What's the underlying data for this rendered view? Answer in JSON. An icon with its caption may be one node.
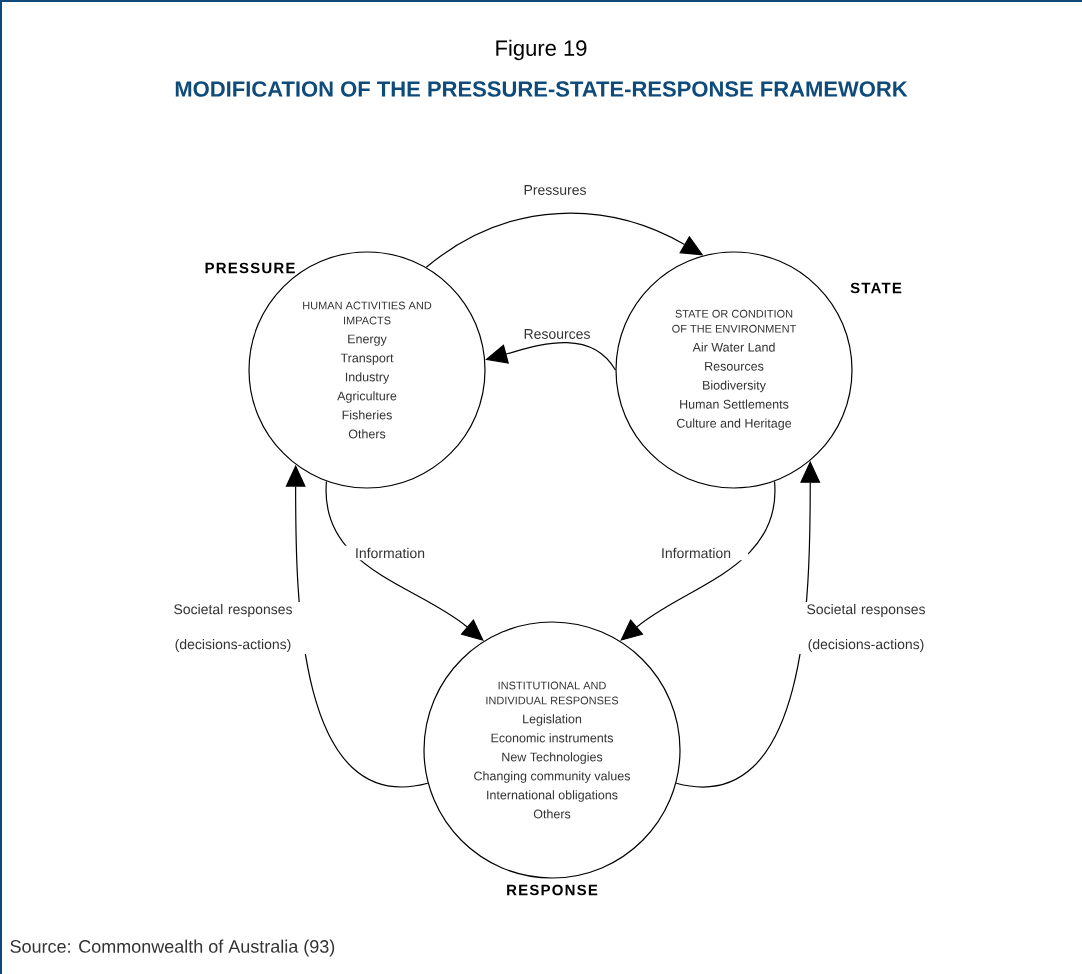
{
  "diagram": {
    "title": "MODIFICATION OF  THE PRESSURE-STATE-RESPONSE FRAMEWORK",
    "caption": "Source: Commonwealth of Australia (93)",
    "labels": [
      "Figure 19"
    ],
    "nodes": [
      {
        "text": [
          "PRESSURE",
          "HUMAN ACTIVITIES AND IMPACTS",
          "Energy",
          "Transport",
          "Industry",
          "Agriculture",
          "Fisheries",
          "Others"
        ]
      },
      {
        "text": [
          "STATE",
          "STATE OR CONDITION OF THE ENVIRONMENT",
          "Air Water Land",
          "Resources",
          "Biodiversity",
          "Human Settlements",
          "Culture and Heritage"
        ]
      },
      {
        "text": [
          "INSTITUTIONAL AND INDIVIDUAL RESPONSES",
          "Legislation",
          "Economic instruments",
          "New Technologies",
          "Changing community values",
          "International obligations",
          "Others",
          "RESPONSE"
        ]
      }
    ],
    "edges": [
      {
        "from": 0,
        "to": 1,
        "arrow": "to",
        "label": "Pressures"
      },
      {
        "from": 1,
        "to": 0,
        "arrow": "to",
        "label": "Resources"
      },
      {
        "from": 0,
        "to": 2,
        "arrow": "to",
        "label": "Information"
      },
      {
        "from": 1,
        "to": 2,
        "arrow": "to",
        "label": "Information"
      },
      {
        "from": 2,
        "to": 0,
        "arrow": "to",
        "label": "Societal responses (decisions-actions)"
      },
      {
        "from": 2,
        "to": 1,
        "arrow": "to",
        "label": "Societal responses (decisions-actions)"
      }
    ]
  }
}
